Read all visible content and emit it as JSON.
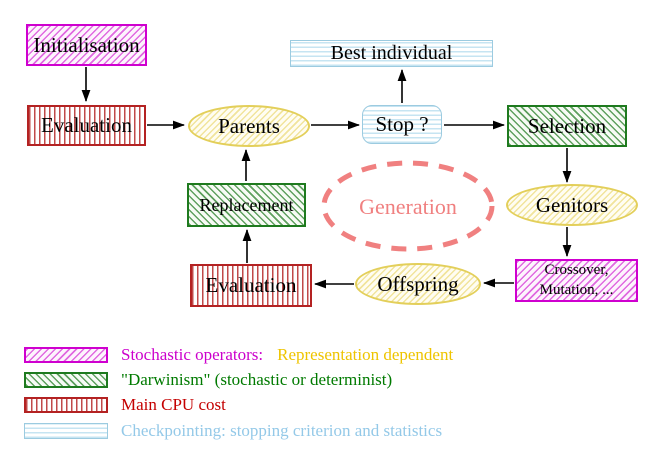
{
  "diagram": {
    "nodes": {
      "initialisation": "Initialisation",
      "evaluation_top": "Evaluation",
      "parents": "Parents",
      "best_individual": "Best individual",
      "stop": "Stop ?",
      "selection": "Selection",
      "replacement": "Replacement",
      "generation": "Generation",
      "genitors": "Genitors",
      "crossover_line1": "Crossover,",
      "crossover_line2": "Mutation, ...",
      "evaluation_bottom": "Evaluation",
      "offspring": "Offspring"
    },
    "colors": {
      "magenta": "#cf00cf",
      "red": "#b42222",
      "green": "#1e7a1e",
      "cyan_border": "#9ccbe0",
      "gold_border": "#e3cf5a",
      "salmon": "#f08080",
      "arrow_black": "#000000"
    }
  },
  "legend": {
    "items": [
      {
        "swatch": "magenta-diagonal-hatch",
        "parts": [
          {
            "text": "Stochastic operators:",
            "color": "#cc00cc"
          },
          {
            "text": "Representation dependent",
            "color": "#eec400"
          }
        ]
      },
      {
        "swatch": "green-diagonal-hatch",
        "parts": [
          {
            "text": "\"Darwinism\" (stochastic or determinist)",
            "color": "#007a00"
          }
        ]
      },
      {
        "swatch": "red-vertical-stripes",
        "parts": [
          {
            "text": "Main CPU cost",
            "color": "#c40000"
          }
        ]
      },
      {
        "swatch": "cyan-horizontal-stripes",
        "parts": [
          {
            "text": "Checkpointing: stopping criterion and statistics",
            "color": "#94c9e8"
          }
        ]
      }
    ]
  }
}
